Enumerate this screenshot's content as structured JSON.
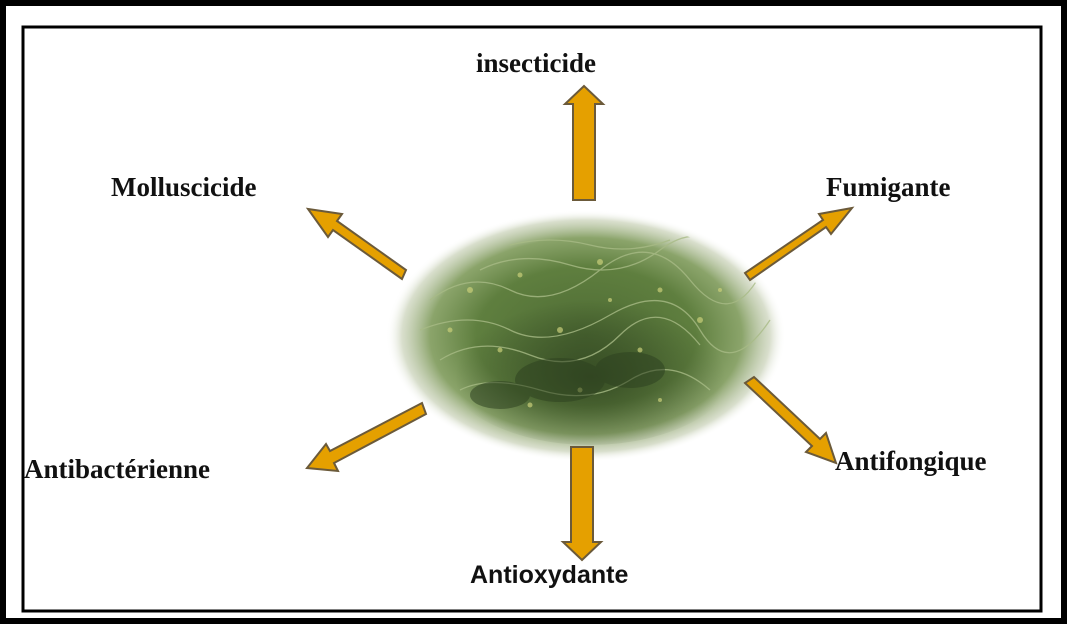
{
  "labels": {
    "insecticide": "insecticide",
    "molluscicide": "Molluscicide",
    "fumigante": "Fumigante",
    "antibacterienne": "Antibactérienne",
    "antifongique": "Antifongique",
    "antioxydante": "Antioxydante"
  },
  "colors": {
    "arrow_fill": "#E5A000",
    "arrow_stroke": "#6B5A3A",
    "frame": "#000000",
    "plant_dark": "#3E5A2A",
    "plant_mid": "#6F8E4A",
    "plant_light": "#A9B98A"
  }
}
